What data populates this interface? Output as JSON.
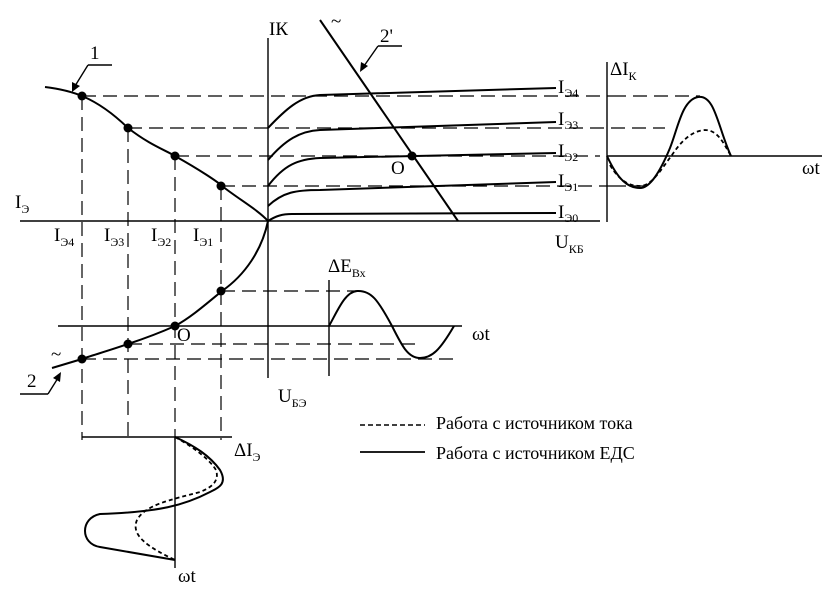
{
  "axes": {
    "ik": "I",
    "ik_sub": "К",
    "ie": "I",
    "ie_sub": "Э",
    "ukb": "U",
    "ukb_sub": "КБ",
    "ube": "U",
    "ube_sub": "БЭ"
  },
  "emitter_currents": [
    {
      "main": "I",
      "sub": "Э4"
    },
    {
      "main": "I",
      "sub": "Э3"
    },
    {
      "main": "I",
      "sub": "Э2"
    },
    {
      "main": "I",
      "sub": "Э1"
    }
  ],
  "collector_curves": [
    {
      "main": "I",
      "sub": "Э4"
    },
    {
      "main": "I",
      "sub": "Э3"
    },
    {
      "main": "I",
      "sub": "Э2"
    },
    {
      "main": "I",
      "sub": "Э1"
    },
    {
      "main": "I",
      "sub": "Э0"
    }
  ],
  "callouts": {
    "one": "1",
    "two": "2",
    "two_prime": "2'",
    "tilde_top": "~",
    "tilde_bottom": "~",
    "point_o_top": "O",
    "point_o_bottom": "O"
  },
  "waveforms": {
    "delta_ik": "ΔI",
    "delta_ik_sub": "К",
    "omega_t_right": "ωt",
    "delta_e": "ΔE",
    "delta_e_sub": "Вх",
    "omega_t_mid": "ωt",
    "delta_ie": "ΔI",
    "delta_ie_sub": "Э",
    "omega_t_bottom": "ωt"
  },
  "legend": {
    "current_source": "Работа с источником тока",
    "emf_source": "Работа с источником ЕДС"
  }
}
